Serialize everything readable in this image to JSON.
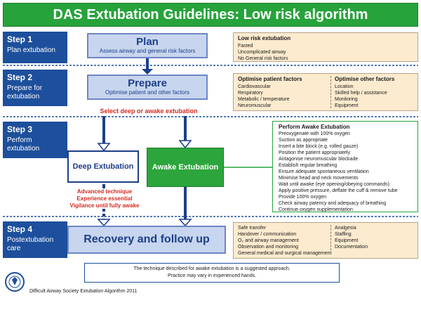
{
  "title": "DAS Extubation Guidelines: Low risk algorithm",
  "steps": [
    {
      "num": "Step 1",
      "text": "Plan extubation"
    },
    {
      "num": "Step 2",
      "text": "Prepare for extubation"
    },
    {
      "num": "Step 3",
      "text": "Perform extubation"
    },
    {
      "num": "Step 4",
      "text": "Postextubation care"
    }
  ],
  "plan": {
    "title": "Plan",
    "sub": "Assess airway and general risk factors"
  },
  "prepare": {
    "title": "Prepare",
    "sub": "Optimise patient and other factors"
  },
  "recovery": {
    "title": "Recovery and follow up"
  },
  "select_text": "Select deep or awake extubation",
  "low_risk": {
    "heading": "Low risk extubation",
    "items": [
      "Fasted",
      "Uncomplicated airway",
      "No General risk factors"
    ]
  },
  "patient_factors": {
    "heading": "Optimise patient factors",
    "items": [
      "Cardiovascular",
      "Respiratory",
      "Metabolic / temperature",
      "Neuromuscular"
    ]
  },
  "other_factors": {
    "heading": "Optimise other factors",
    "items": [
      "Location",
      "Skilled help / assistance",
      "Monitoring",
      "Equipment"
    ]
  },
  "deep": {
    "label": "Deep Extubation",
    "notes": [
      "Advanced technique",
      "Experience essential",
      "Vigilance until fully awake"
    ]
  },
  "awake": {
    "label": "Awake Extubation"
  },
  "awake_steps": {
    "heading": "Perform Awake Extubation",
    "items": [
      "Preoxygenate with 100% oxygen",
      "Suction as appropriate",
      "Insert a bite block (e.g. rolled gauze)",
      "Position the patient appropriately",
      "Antagonise neuromuscular blockade",
      "Establish regular breathing",
      "Ensure adequate spontaneous ventilation",
      "Minimise head and neck movements",
      "Wait until awake (eye opening/obeying commands)",
      "Apply positive pressure, deflate the cuff & remove tube",
      "Provide 100% oxygen",
      "Check airway patency and adequacy of breathing",
      "Continue oxygen supplementation"
    ]
  },
  "post_left": [
    "Safe transfer",
    "Handover / communication",
    "O₂ and airway management",
    "Observation and monitoring"
  ],
  "post_right": [
    "Analgesia",
    "Staffing",
    "Equipment",
    "Documentation"
  ],
  "post_bottom": "General medical and surgical management",
  "note": [
    "The technique described for awake extubation is a suggested approach.",
    "Practice may vary in experienced hands."
  ],
  "footer": "Difficult Airway Society Extubation Algorithm 2011",
  "colors": {
    "green": "#27a33b",
    "navy": "#1d4f9c",
    "light_blue": "#c7d5ee",
    "peach": "#fdebcf",
    "red": "#d42a20"
  }
}
